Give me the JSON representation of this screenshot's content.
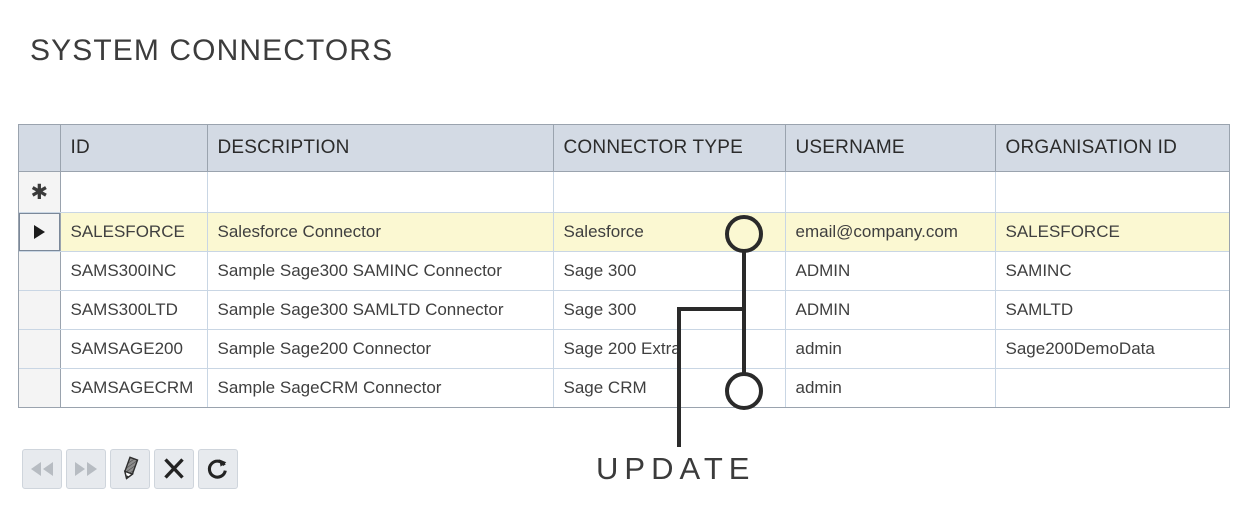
{
  "page": {
    "title": "SYSTEM CONNECTORS"
  },
  "grid": {
    "columns": [
      {
        "key": "indicator",
        "label": ""
      },
      {
        "key": "id",
        "label": "ID"
      },
      {
        "key": "description",
        "label": "DESCRIPTION"
      },
      {
        "key": "connector_type",
        "label": "CONNECTOR TYPE"
      },
      {
        "key": "username",
        "label": "USERNAME"
      },
      {
        "key": "organisation_id",
        "label": "ORGANISATION ID"
      }
    ],
    "new_row": {
      "indicator_icon": "asterisk-icon",
      "id": "",
      "description": "",
      "connector_type": "",
      "username": "",
      "organisation_id": ""
    },
    "rows": [
      {
        "indicator_icon": "caret-right-icon",
        "current": true,
        "id": "SALESFORCE",
        "description": "Salesforce Connector",
        "connector_type": "Salesforce",
        "username": "email@company.com",
        "organisation_id": "SALESFORCE"
      },
      {
        "indicator_icon": "",
        "current": false,
        "id": "SAMS300INC",
        "description": "Sample Sage300 SAMINC Connector",
        "connector_type": "Sage 300",
        "username": "ADMIN",
        "organisation_id": "SAMINC"
      },
      {
        "indicator_icon": "",
        "current": false,
        "id": "SAMS300LTD",
        "description": "Sample Sage300 SAMLTD Connector",
        "connector_type": "Sage 300",
        "username": "ADMIN",
        "organisation_id": "SAMLTD"
      },
      {
        "indicator_icon": "",
        "current": false,
        "id": "SAMSAGE200",
        "description": "Sample Sage200 Connector",
        "connector_type": "Sage 200 Extra",
        "username": "admin",
        "organisation_id": "Sage200DemoData"
      },
      {
        "indicator_icon": "",
        "current": false,
        "id": "SAMSAGECRM",
        "description": "Sample SageCRM Connector",
        "connector_type": "Sage CRM",
        "username": "admin",
        "organisation_id": ""
      }
    ]
  },
  "annotation": {
    "label": "UPDATE",
    "callout_color": "#2a2a2a",
    "targets": [
      "row-1-connector-type-cell",
      "row-5-connector-type-cell"
    ]
  },
  "toolbar": {
    "buttons": [
      {
        "name": "previous-button",
        "icon": "double-arrow-left-icon",
        "label": "Previous",
        "disabled": true
      },
      {
        "name": "next-button",
        "icon": "double-arrow-right-icon",
        "label": "Next",
        "disabled": true
      },
      {
        "name": "edit-button",
        "icon": "pencil-icon",
        "label": "Edit",
        "disabled": false
      },
      {
        "name": "delete-button",
        "icon": "close-x-icon",
        "label": "Delete",
        "disabled": false
      },
      {
        "name": "refresh-button",
        "icon": "refresh-icon",
        "label": "Refresh",
        "disabled": false
      }
    ]
  },
  "colors": {
    "header_background": "#d3dae4",
    "current_row_background": "#fbf8d2",
    "grid_border": "#9aa3ae",
    "cell_border": "#c9d6e4",
    "text": "#3f3f3f"
  }
}
